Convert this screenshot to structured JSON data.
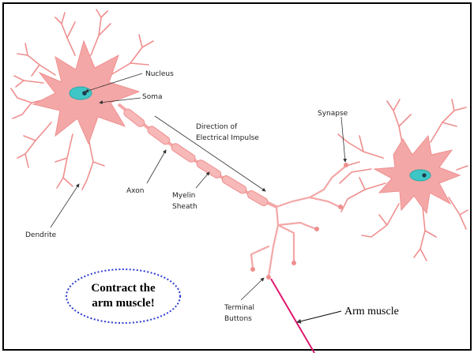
{
  "labels": {
    "nucleus": "Nucleus",
    "soma": "Soma",
    "direction_line1": "Direction of",
    "direction_line2": "Electrical Impulse",
    "synapse": "Synapse",
    "axon": "Axon",
    "myelin_line1": "Myelin",
    "myelin_line2": "Sheath",
    "dendrite": "Dendrite",
    "terminal_line1": "Terminal",
    "terminal_line2": "Buttons"
  },
  "annotations": {
    "bubble_line1": "Contract the",
    "bubble_line2": "arm muscle!",
    "arm_muscle": "Arm muscle"
  },
  "colors": {
    "cell_fill": "#f4a7a7",
    "cell_stroke": "#ef8f8f",
    "nucleus_fill": "#3fc6c6",
    "nucleolus": "#1c3a4a",
    "arm_muscle_line": "#e0186e",
    "bubble_border": "#2a3ad0",
    "frame": "#000000"
  }
}
